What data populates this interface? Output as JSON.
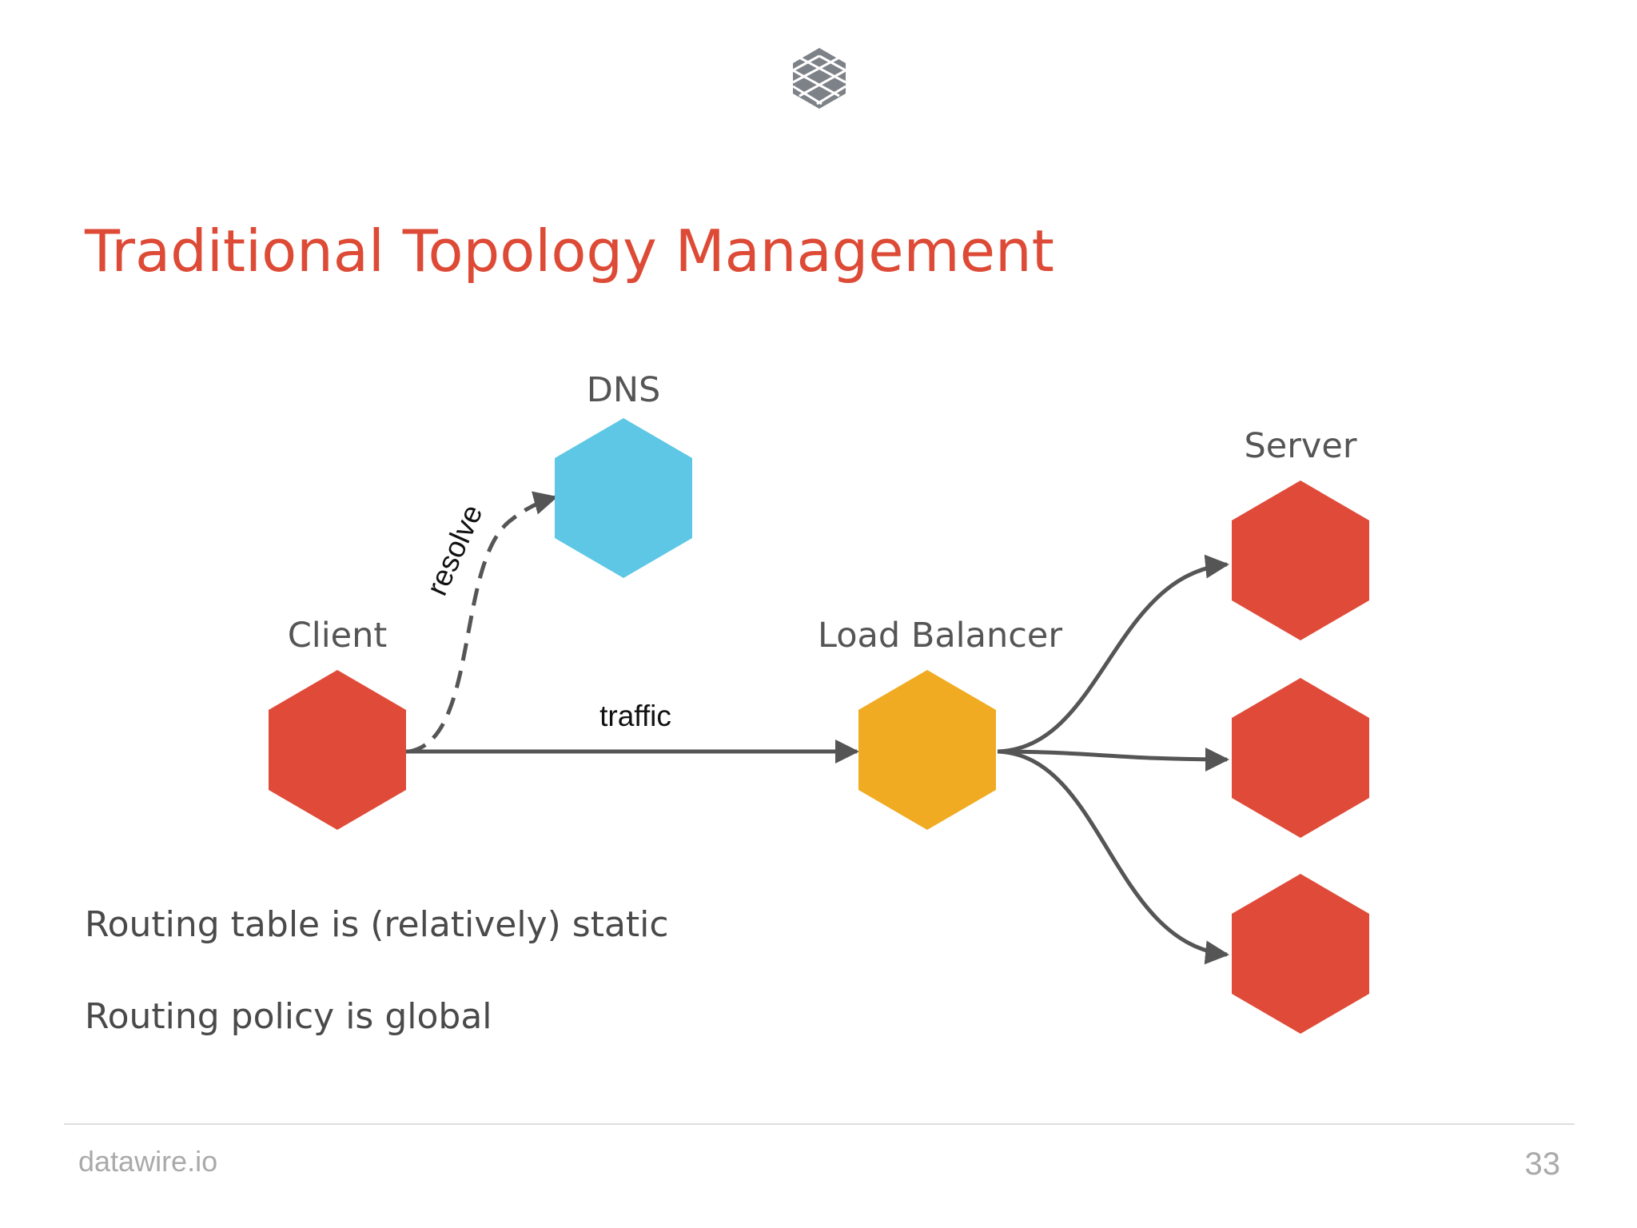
{
  "slide": {
    "title": "Traditional Topology Management",
    "logo_icon": "lattice-cube-icon",
    "bullets": [
      "Routing table is (relatively) static",
      "Routing policy is global"
    ],
    "footer": {
      "brand": "datawire.io",
      "page_number": "33"
    }
  },
  "diagram": {
    "colors": {
      "red": "#e04a38",
      "blue": "#5ec7e6",
      "yellow": "#f0ab22",
      "edge": "#555555"
    },
    "nodes": {
      "client": {
        "label": "Client",
        "color": "#e04a38"
      },
      "dns": {
        "label": "DNS",
        "color": "#5ec7e6"
      },
      "load_balancer": {
        "label": "Load Balancer",
        "color": "#f0ab22"
      },
      "server": {
        "label": "Server",
        "color": "#e04a38",
        "count": 3
      }
    },
    "edges": {
      "resolve": {
        "label": "resolve",
        "style": "dashed",
        "from": "Client",
        "to": "DNS"
      },
      "traffic": {
        "label": "traffic",
        "style": "solid",
        "from": "Client",
        "to": "Load Balancer"
      }
    }
  }
}
